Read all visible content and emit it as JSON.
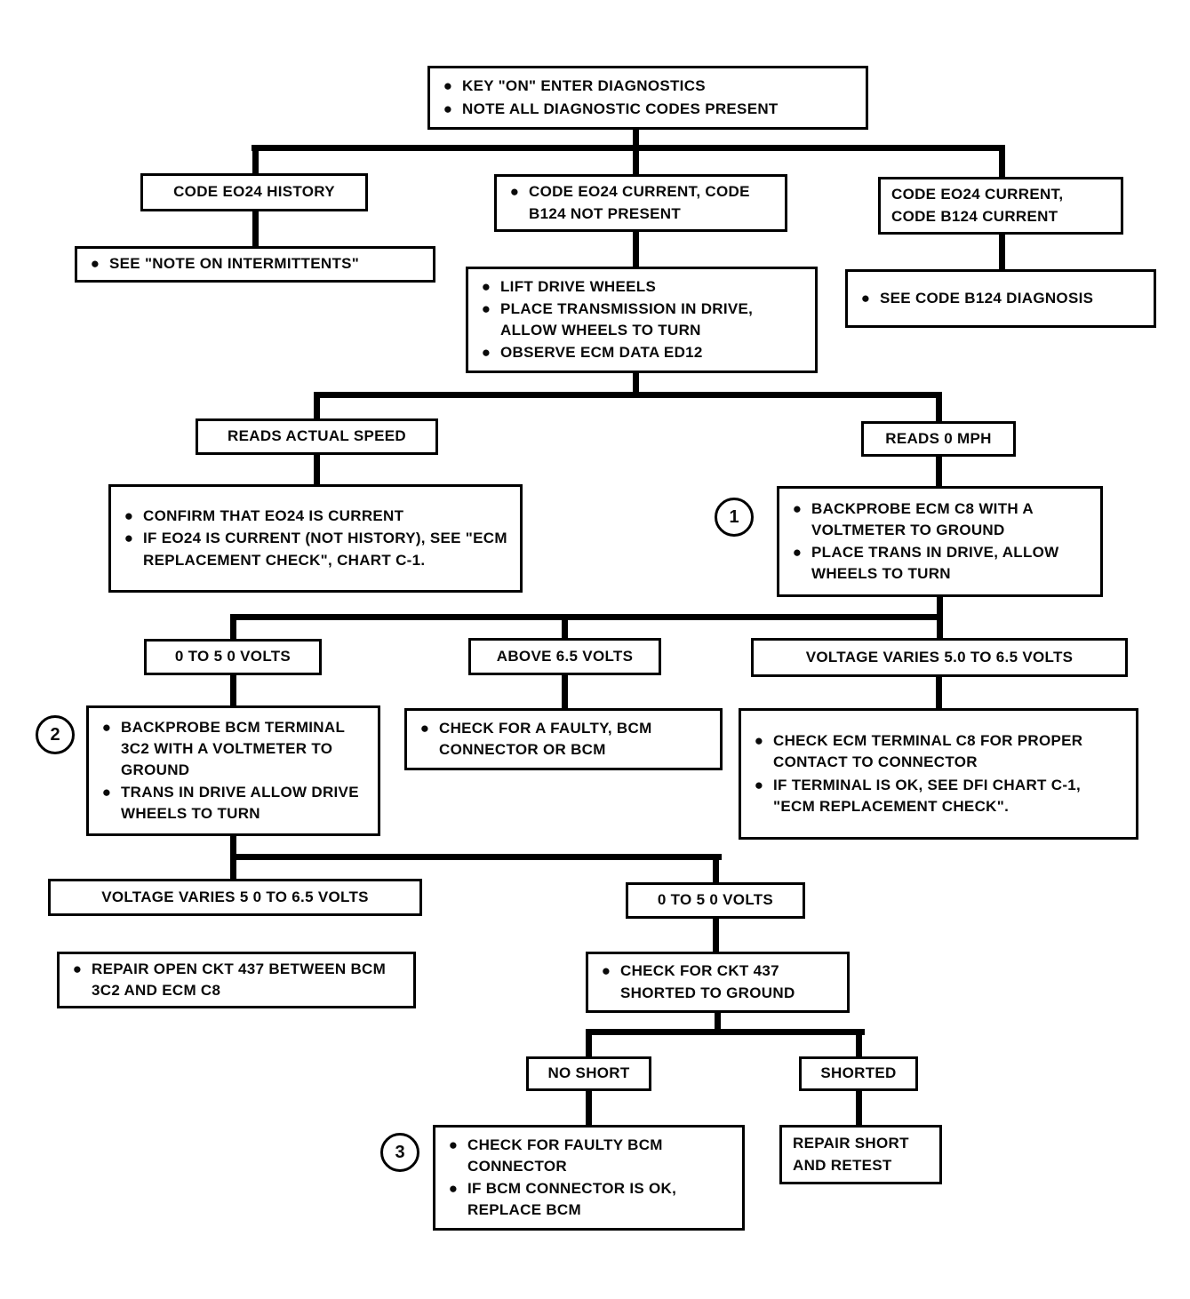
{
  "glyphs": {
    "bullet": "●"
  },
  "badges": {
    "one": "1",
    "two": "2",
    "three": "3"
  },
  "nodes": {
    "start": {
      "items": [
        "KEY \"ON\" ENTER DIAGNOSTICS",
        "NOTE ALL DIAGNOSTIC CODES PRESENT"
      ]
    },
    "code_history": {
      "label": "CODE EO24 HISTORY"
    },
    "see_intermittents": {
      "items": [
        "SEE \"NOTE ON INTERMITTENTS\""
      ]
    },
    "code_current_b124_not_present": {
      "items": [
        "CODE EO24 CURRENT, CODE B124 NOT PRESENT"
      ]
    },
    "code_current_b124_current": {
      "label": "CODE EO24 CURRENT, CODE B124 CURRENT"
    },
    "lift_drive_wheels": {
      "items": [
        "LIFT DRIVE WHEELS",
        "PLACE TRANSMISSION IN DRIVE, ALLOW WHEELS TO TURN",
        "OBSERVE ECM DATA ED12"
      ]
    },
    "see_b124": {
      "items": [
        "SEE CODE B124 DIAGNOSIS"
      ]
    },
    "reads_actual_speed": {
      "label": "READS ACTUAL SPEED"
    },
    "confirm_eo24": {
      "items": [
        "CONFIRM THAT EO24 IS CURRENT",
        "IF EO24 IS CURRENT (NOT HISTORY), SEE \"ECM REPLACEMENT CHECK\", CHART C-1."
      ]
    },
    "reads_0_mph": {
      "label": "READS 0 MPH"
    },
    "backprobe_ecm": {
      "items": [
        "BACKPROBE ECM C8 WITH A VOLTMETER TO GROUND",
        "PLACE TRANS IN DRIVE, ALLOW WHEELS TO TURN"
      ]
    },
    "volts_0_5_a": {
      "label": "0 TO 5 0 VOLTS"
    },
    "above_6_5": {
      "label": "ABOVE 6.5 VOLTS"
    },
    "voltage_varies_a": {
      "label": "VOLTAGE VARIES 5.0 TO 6.5 VOLTS"
    },
    "backprobe_bcm": {
      "items": [
        "BACKPROBE BCM TERMINAL 3C2 WITH A VOLTMETER TO GROUND",
        "TRANS IN DRIVE  ALLOW DRIVE WHEELS TO TURN"
      ]
    },
    "check_faulty_bcm": {
      "items": [
        "CHECK FOR A FAULTY, BCM CONNECTOR OR BCM"
      ]
    },
    "check_ecm_terminal": {
      "items": [
        "CHECK ECM TERMINAL C8 FOR PROPER CONTACT TO CONNECTOR",
        "IF TERMINAL IS OK, SEE DFI CHART C-1, \"ECM REPLACEMENT CHECK\"."
      ]
    },
    "voltage_varies_b": {
      "label": "VOLTAGE VARIES 5 0 TO 6.5 VOLTS"
    },
    "repair_open_ckt": {
      "items": [
        "REPAIR OPEN CKT 437 BETWEEN BCM 3C2 AND ECM C8"
      ]
    },
    "volts_0_5_b": {
      "label": "0 TO 5 0 VOLTS"
    },
    "check_ckt_437": {
      "items": [
        "CHECK FOR CKT 437 SHORTED TO GROUND"
      ]
    },
    "no_short": {
      "label": "NO SHORT"
    },
    "shorted": {
      "label": "SHORTED"
    },
    "check_bcm_connector": {
      "items": [
        "CHECK FOR FAULTY BCM CONNECTOR",
        "IF BCM CONNECTOR IS OK, REPLACE BCM"
      ]
    },
    "repair_short": {
      "label": "REPAIR SHORT AND RETEST"
    }
  }
}
